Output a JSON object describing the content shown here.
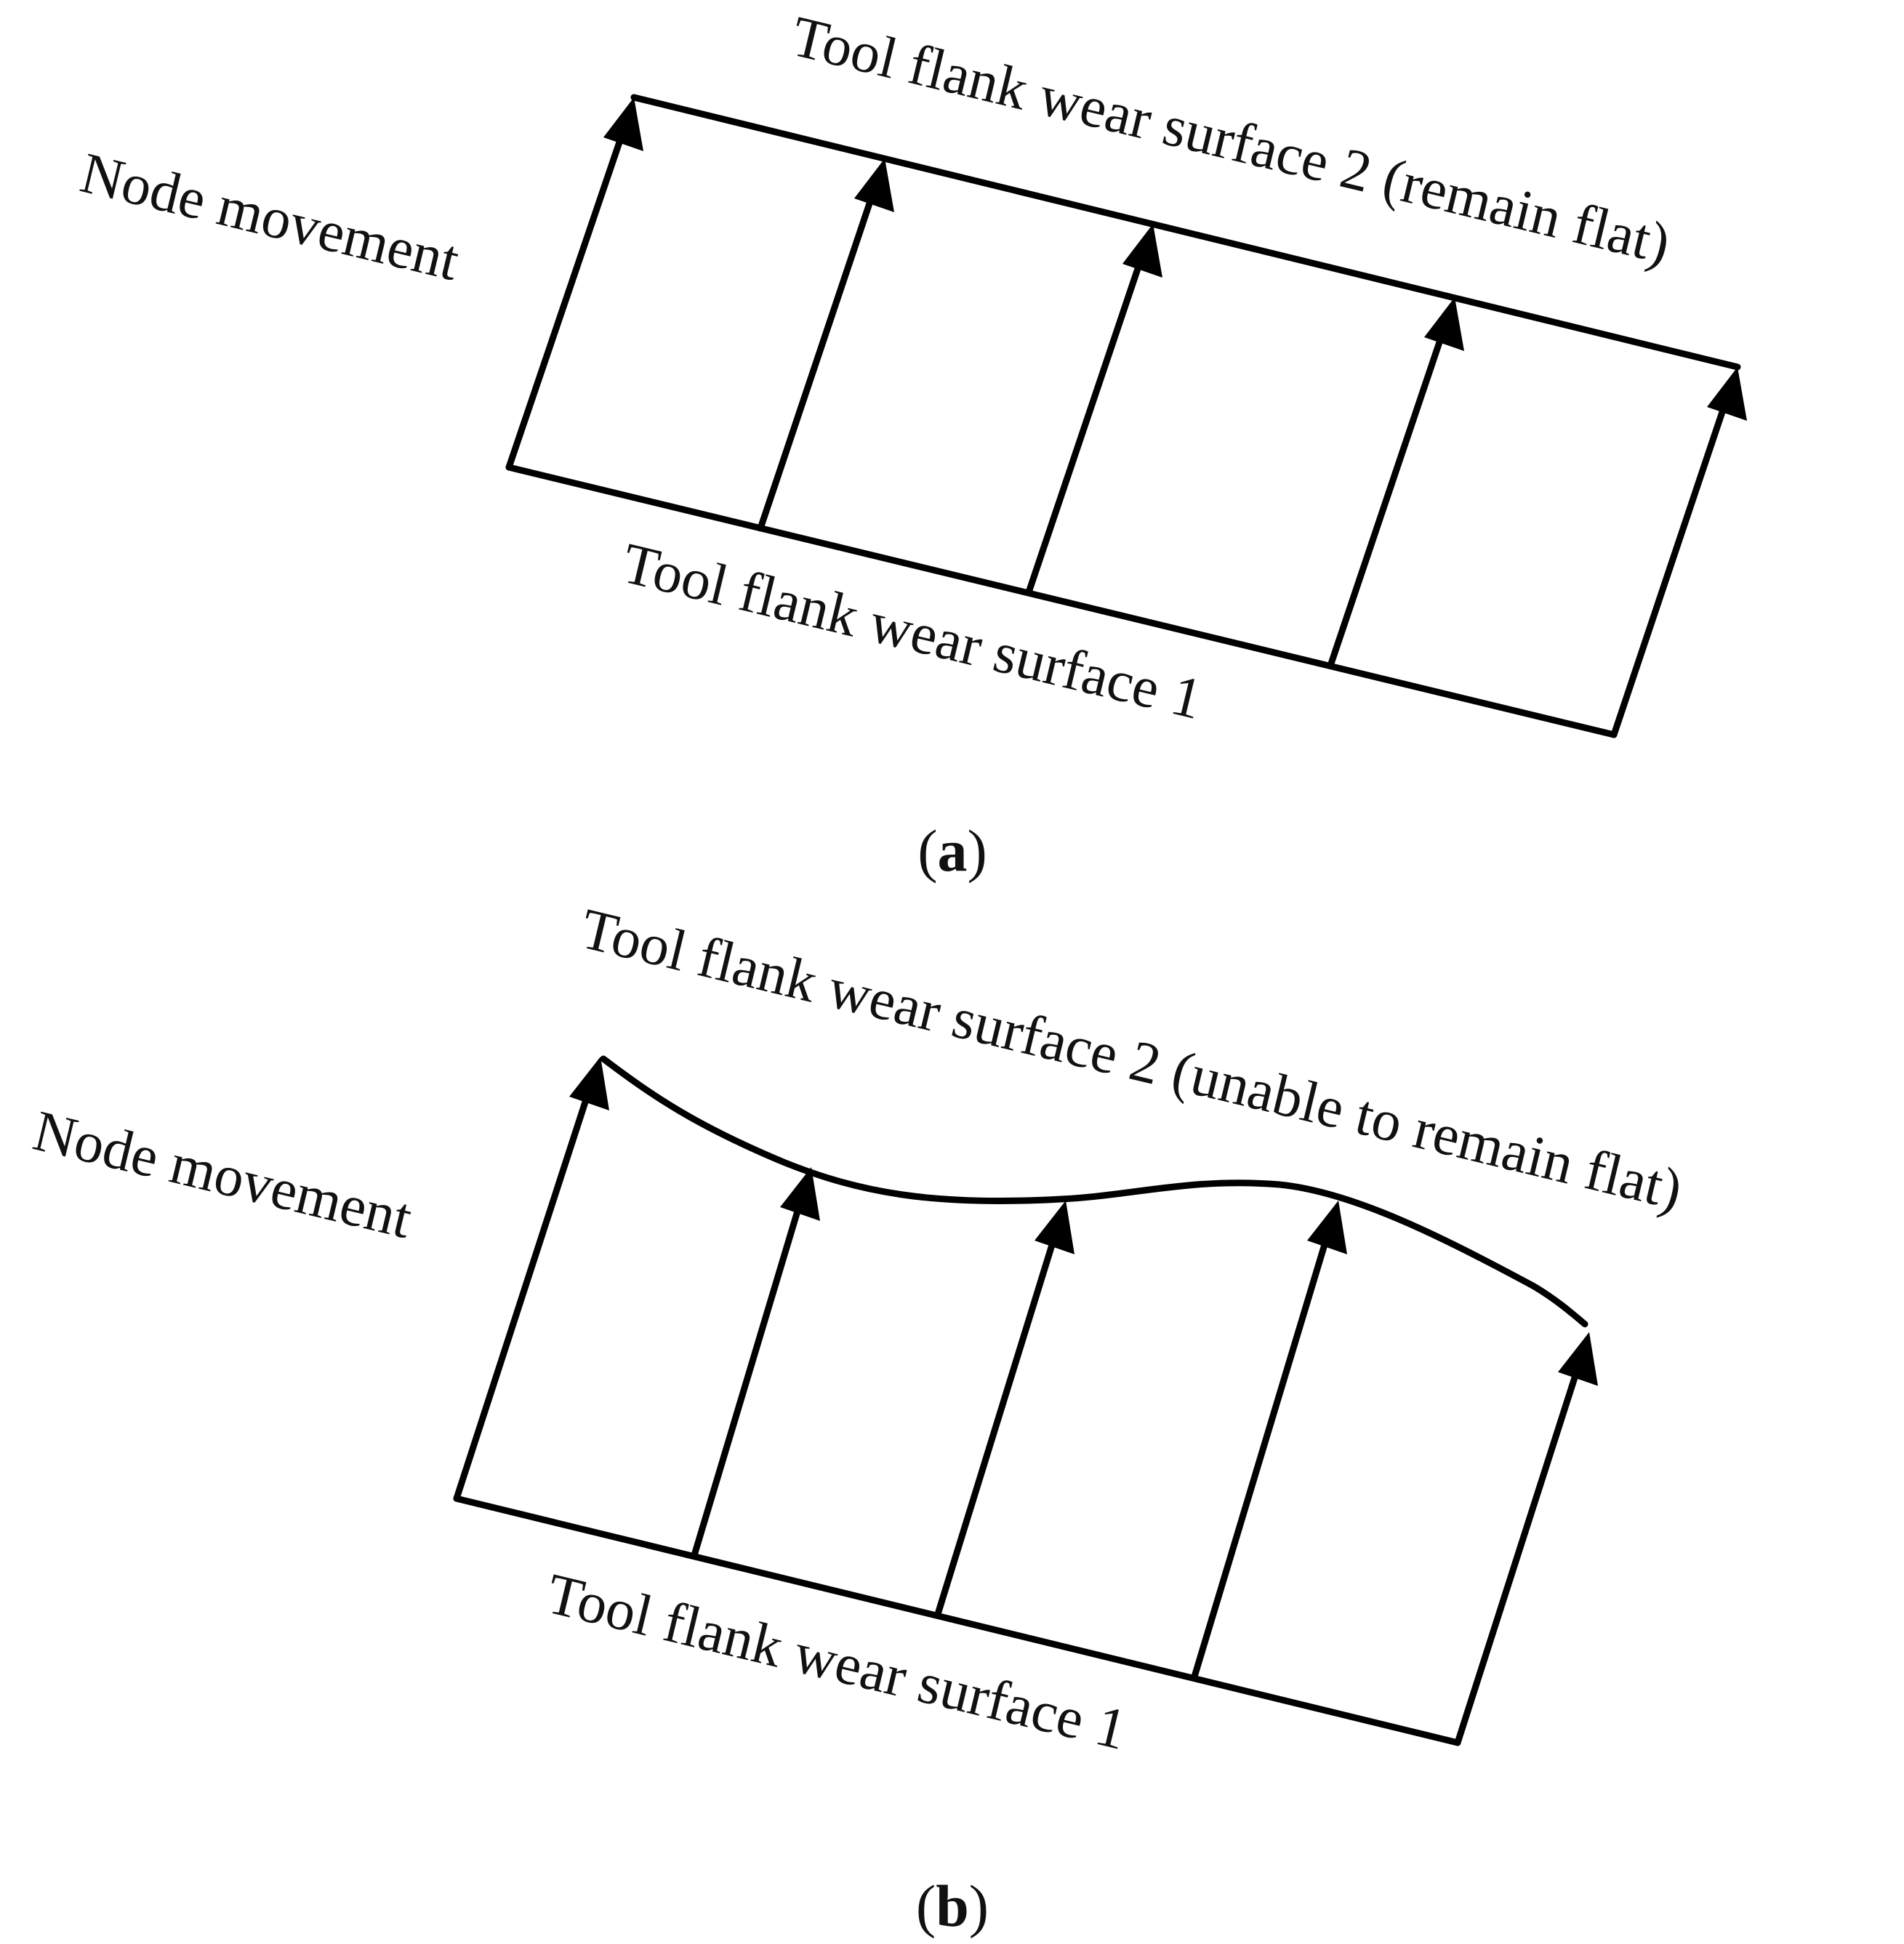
{
  "panel_a": {
    "label_open": "(",
    "label_letter": "a",
    "label_close": ")",
    "top_surface": "Tool flank wear surface 2 (remain flat)",
    "bottom_surface": "Tool flank wear surface 1",
    "node_label": "Node movement"
  },
  "panel_b": {
    "label_open": "(",
    "label_letter": "b",
    "label_close": ")",
    "top_surface": "Tool flank wear surface 2 (unable to remain flat)",
    "bottom_surface": "Tool flank wear surface 1",
    "node_label": "Node movement"
  },
  "colors": {
    "stroke": "#000000",
    "text": "#111111",
    "background": "#ffffff"
  }
}
